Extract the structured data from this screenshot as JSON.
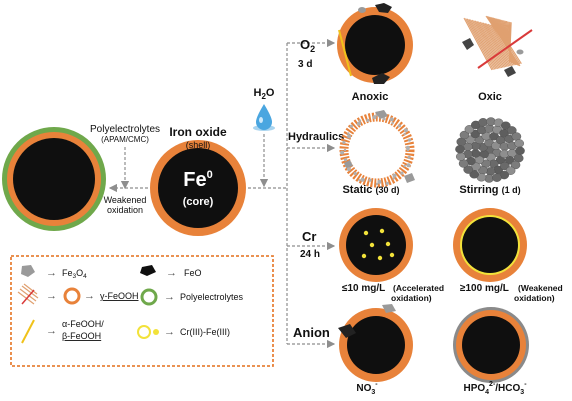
{
  "colors": {
    "orange": "#e8823a",
    "core": "#0f0f0f",
    "green": "#6fa84b",
    "gray": "#8a8a8a",
    "dashed": "#8e8e8e",
    "legend_border": "#e8823a",
    "yellow": "#f2e23a",
    "water": "#4aa6e0",
    "red_line": "#d93a3a"
  },
  "left": {
    "polyelectrolytes_title": "Polyelectrolytes",
    "polyelectrolytes_sub": "(APAM/CMC)",
    "weakened_1": "Weakened",
    "weakened_2": "oxidation"
  },
  "center": {
    "iron_oxide": "Iron oxide",
    "shell": "(shell)",
    "fe0": "Fe",
    "fe0_sup": "0",
    "core": "(core)"
  },
  "water": {
    "h2o_h": "H",
    "h2o_sub": "2",
    "h2o_o": "O"
  },
  "branches": {
    "o2": "O",
    "o2_sub": "2",
    "o2_time": "3 d",
    "hydraulics": "Hydraulics",
    "cr": "Cr",
    "cr_time": "24 h",
    "anion": "Anion"
  },
  "labels": {
    "anoxic": "Anoxic",
    "oxic": "Oxic",
    "static": "Static",
    "static_time": "(30 d)",
    "stirring": "Stirring",
    "stirring_time": "(1 d)",
    "cr_low": "≤10 mg/L",
    "cr_low_note1": "(Accelerated",
    "cr_low_note2": "oxidation)",
    "cr_high": "≥100 mg/L",
    "cr_high_note1": "(Weakened",
    "cr_high_note2": "oxidation)",
    "no3": "NO",
    "no3_sub": "3",
    "no3_sup": "-",
    "hpo4_a": "HPO",
    "hpo4_sub": "4",
    "hpo4_sup": "2-",
    "hco3_a": "/HCO",
    "hco3_sub": "3",
    "hco3_sup": "-"
  },
  "legend": {
    "fe3o4": "Fe",
    "fe3o4_sub1": "3",
    "fe3o4_o": "O",
    "fe3o4_sub2": "4",
    "feo": "FeO",
    "gamma": "γ-FeOOH",
    "poly": "Polyelectrolytes",
    "alpha": "α-FeOOH/",
    "beta": "β-FeOOH",
    "crfe": "Cr(III)-Fe(III)",
    "arrow": "→"
  }
}
